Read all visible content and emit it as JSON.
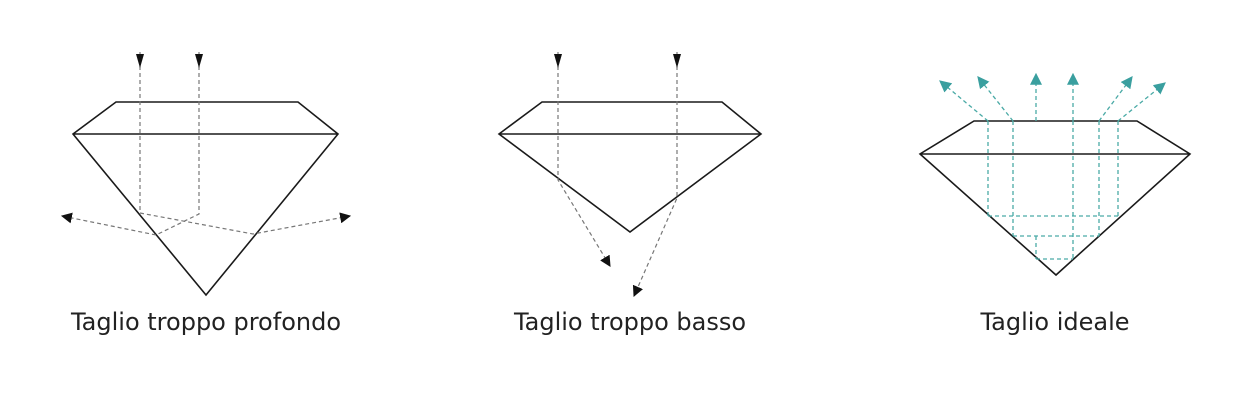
{
  "diagrams": [
    {
      "id": "deep",
      "caption": "Taglio troppo profondo"
    },
    {
      "id": "shallow",
      "caption": "Taglio troppo basso"
    },
    {
      "id": "ideal",
      "caption": "Taglio ideale"
    }
  ],
  "colors": {
    "outline": "#1a1a1a",
    "ray_dark": "#777777",
    "arrow_dark": "#111111",
    "ray_ideal": "#4aaaa6",
    "arrow_ideal": "#3a9f9f",
    "text": "#222222"
  }
}
